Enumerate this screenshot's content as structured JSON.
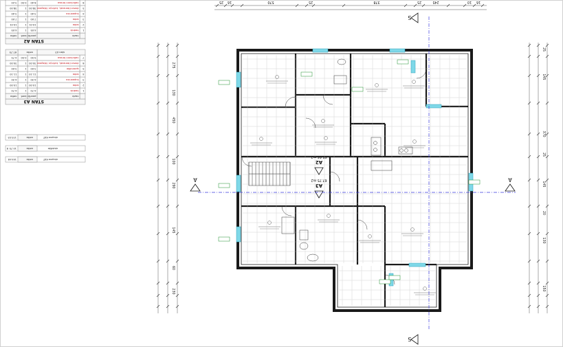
{
  "sheet": {
    "tables": [
      {
        "id": "stan-a2",
        "title": "STAN A2",
        "header": [
          "naziv",
          "površina",
          "koef.",
          "netto"
        ],
        "rows": [
          [
            "1",
            "hodnik",
            "4.05",
            "1",
            "4.05"
          ],
          [
            "2",
            "soba",
            "10.01",
            "1",
            "10.01"
          ],
          [
            "3",
            "soba",
            "7.00",
            "1",
            "7.00"
          ],
          [
            "4",
            "kupaonica",
            "3.40",
            "1",
            "3.40"
          ],
          [
            "5",
            "dnevni boravak, kuhinja i blagovaonica",
            "38.00",
            "1",
            "38.00"
          ],
          [
            "6",
            "natkriveni terasa",
            "6.40",
            "0.50",
            "3.20"
          ]
        ],
        "total": [
          "stan A2",
          "netto",
          "65.66"
        ]
      },
      {
        "id": "stan-a3",
        "title": "STAN A3",
        "header": [
          "naziv",
          "površina",
          "koef.",
          "netto"
        ],
        "rows": [
          [
            "1",
            "hodnik",
            "4.70",
            "1",
            "4.70"
          ],
          [
            "2",
            "soba",
            "10.00",
            "1",
            "10.00"
          ],
          [
            "3",
            "kupaonica",
            "4.30",
            "1",
            "4.30"
          ],
          [
            "4",
            "soba",
            "11.10",
            "1",
            "11.10"
          ],
          [
            "5",
            "spremište",
            "3.00",
            "1",
            "3.00"
          ],
          [
            "6",
            "dnevni boravak, kuhinja i blagovaonica",
            "30.00",
            "1",
            "30.00"
          ],
          [
            "7",
            "natkriveni terasa",
            "9.50",
            "0.50",
            "4.75"
          ]
        ],
        "total": [
          "stan A3",
          "netto",
          "67.75"
        ]
      }
    ],
    "summaries": [
      {
        "label": "ukupno KAT",
        "kind": "netto",
        "value": "133.53"
      },
      {
        "label": "stubište",
        "kind": "netto",
        "value": "10.75",
        "num": "8"
      },
      {
        "label": "ukupno KAT",
        "kind": "netto",
        "value": "144.44"
      }
    ],
    "apartments": [
      {
        "name": "A2",
        "area": "65.66 m2"
      },
      {
        "name": "A3",
        "area": "67.75 m2"
      }
    ],
    "section_marks": [
      "S",
      "S",
      "A",
      "A"
    ],
    "top_dims": [
      "25",
      "16",
      "570",
      "25",
      "378",
      "25",
      "245",
      "10",
      "16"
    ],
    "left_dims": [
      "275",
      "130",
      "450",
      "100",
      "290",
      "145",
      "60",
      "230"
    ],
    "right_dims": [
      "25",
      "145",
      "370",
      "25",
      "145",
      "20",
      "130",
      "150"
    ]
  }
}
